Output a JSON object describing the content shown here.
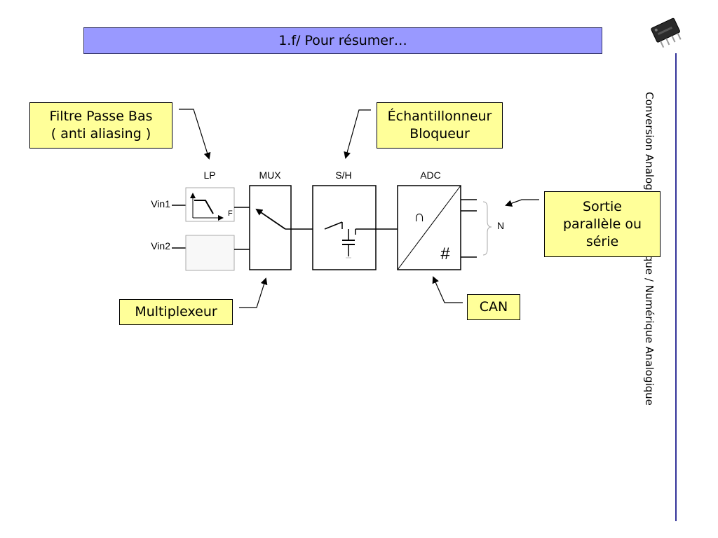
{
  "slide": {
    "title": "1.f/  Pour résumer…",
    "side_title": "Conversion Analogique Numérique / Numérique Analogique"
  },
  "colors": {
    "title_bg": "#9999ff",
    "callout_bg": "#ffff99",
    "side_rule": "#333399"
  },
  "icons": {
    "logo": "chip-icon"
  },
  "callouts": {
    "lowpass": {
      "line1": "Filtre Passe Bas",
      "line2": "( anti aliasing )"
    },
    "sample_hold": {
      "line1": "Échantillonneur",
      "line2": "Bloqueur"
    },
    "output": {
      "line1": "Sortie",
      "line2": "parallèle ou",
      "line3": "série"
    },
    "mux": {
      "line1": "Multiplexeur"
    },
    "can": {
      "line1": "CAN"
    }
  },
  "diagram": {
    "block_labels": {
      "lp": "LP",
      "mux": "MUX",
      "sh": "S/H",
      "adc": "ADC"
    },
    "inputs": {
      "vin1": "Vin1",
      "vin2": "Vin2"
    },
    "filter_axis": "F",
    "adc_analog_symbol": "∩",
    "adc_digital_symbol": "#",
    "bus_label": "N"
  }
}
